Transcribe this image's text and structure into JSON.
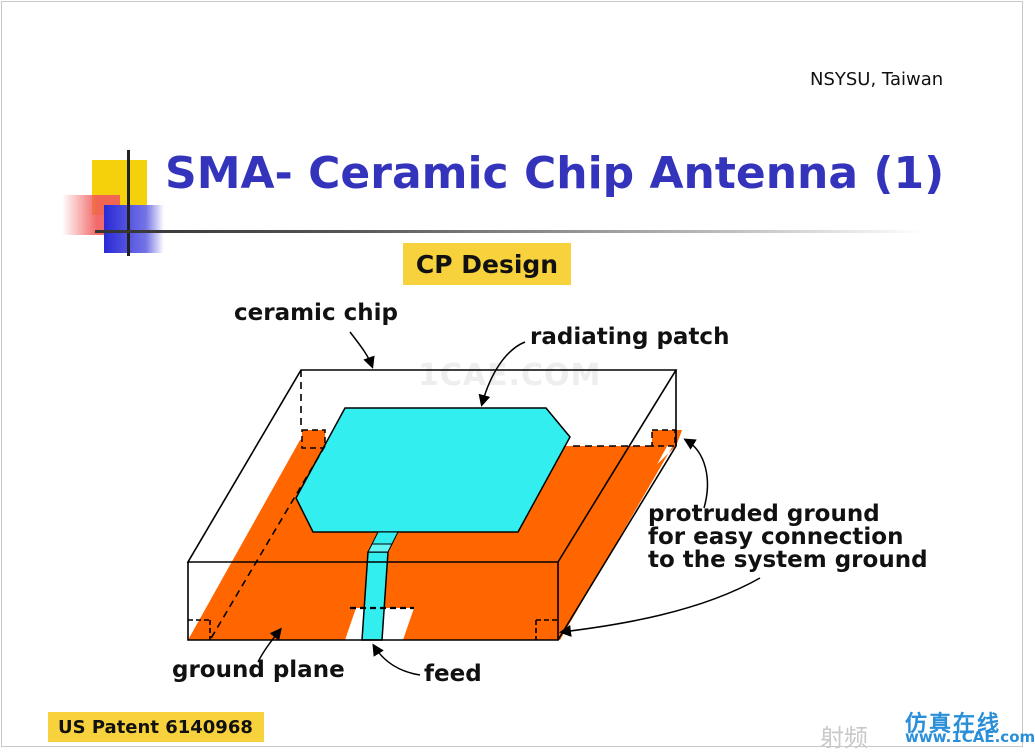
{
  "header": {
    "affiliation": "NSYSU, Taiwan",
    "title": "SMA- Ceramic Chip Antenna (1)"
  },
  "badge": {
    "label": "CP Design"
  },
  "diagram": {
    "labels": {
      "ceramic_chip": "ceramic chip",
      "radiating_patch": "radiating patch",
      "protruded_ground_line1": "protruded ground",
      "protruded_ground_line2": "for easy connection",
      "protruded_ground_line3": "to the system ground",
      "ground_plane": "ground plane",
      "feed": "feed"
    },
    "colors": {
      "ground": "#ff6600",
      "patch": "#33eeee",
      "accent_yellow": "#f7d23c",
      "title_blue": "#3333bb"
    }
  },
  "footer": {
    "patent": "US Patent 6140968",
    "watermark": "1CAE.COM",
    "logo_cn": "仿真在线",
    "site": "www.1CAE.com",
    "source_cn": "射频"
  }
}
